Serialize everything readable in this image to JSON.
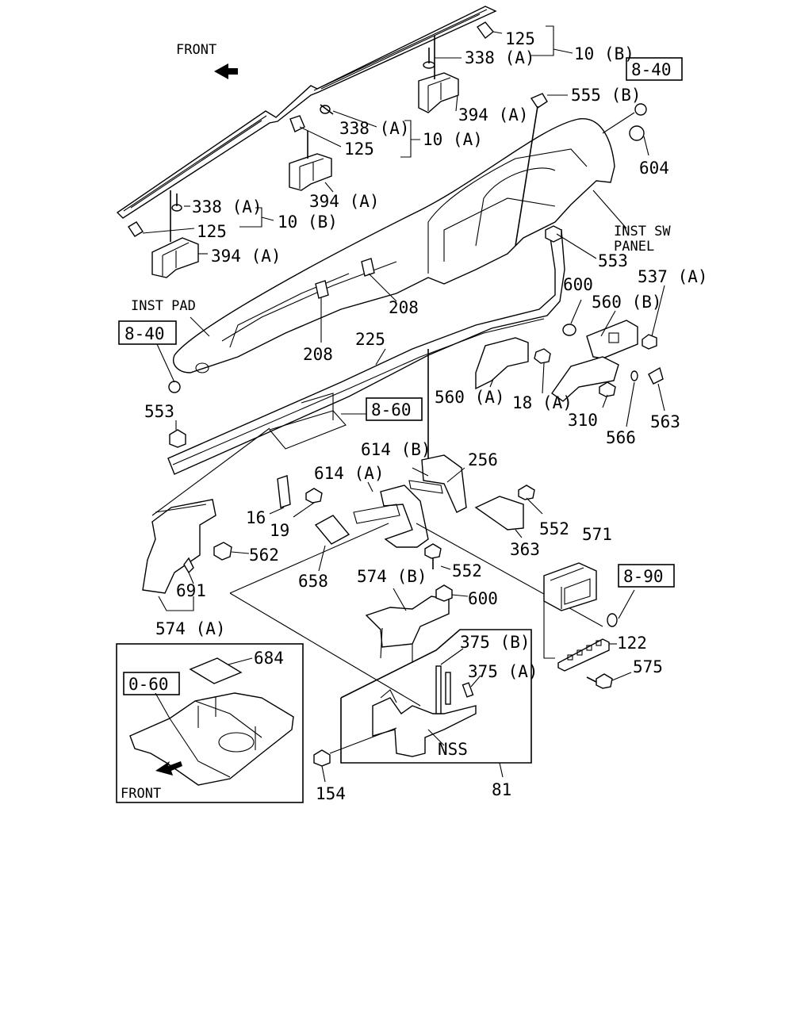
{
  "labels": {
    "front_top": "FRONT",
    "front_inset": "FRONT",
    "inst_pad": "INST PAD",
    "inst_sw": "INST SW",
    "panel": "PANEL",
    "nss": "NSS"
  },
  "ref_boxes": {
    "ref_8_40_top": "8-40",
    "ref_8_40_left": "8-40",
    "ref_8_60": "8-60",
    "ref_8_90": "8-90",
    "ref_0_60": "0-60"
  },
  "callouts": {
    "p125_top": "125",
    "p338a_top": "338 (A)",
    "p10b_top": "10 (B)",
    "p555b": "555 (B)",
    "p394a_top": "394 (A)",
    "p338a_mid": "338 (A)",
    "p10a": "10 (A)",
    "p125_mid": "125",
    "p604": "604",
    "p394a_mid": "394 (A)",
    "p338a_low": "338 (A)",
    "p10b_low": "10 (B)",
    "p125_low": "125",
    "p394a_low": "394 (A)",
    "p553_r": "553",
    "p600_r": "600",
    "p537a": "537 (A)",
    "p560b": "560 (B)",
    "p208_r": "208",
    "p208_l": "208",
    "p225": "225",
    "p560a": "560 (A)",
    "p18a": "18 (A)",
    "p310": "310",
    "p566": "566",
    "p563": "563",
    "p553_l": "553",
    "p614b": "614 (B)",
    "p256": "256",
    "p614a": "614 (A)",
    "p16": "16",
    "p19": "19",
    "p552_r": "552",
    "p571": "571",
    "p363": "363",
    "p562": "562",
    "p691": "691",
    "p658": "658",
    "p574b": "574 (B)",
    "p552_c": "552",
    "p600_c": "600",
    "p574a": "574 (A)",
    "p684": "684",
    "p375b": "375 (B)",
    "p122": "122",
    "p375a": "375 (A)",
    "p575": "575",
    "p154": "154",
    "p81": "81"
  }
}
